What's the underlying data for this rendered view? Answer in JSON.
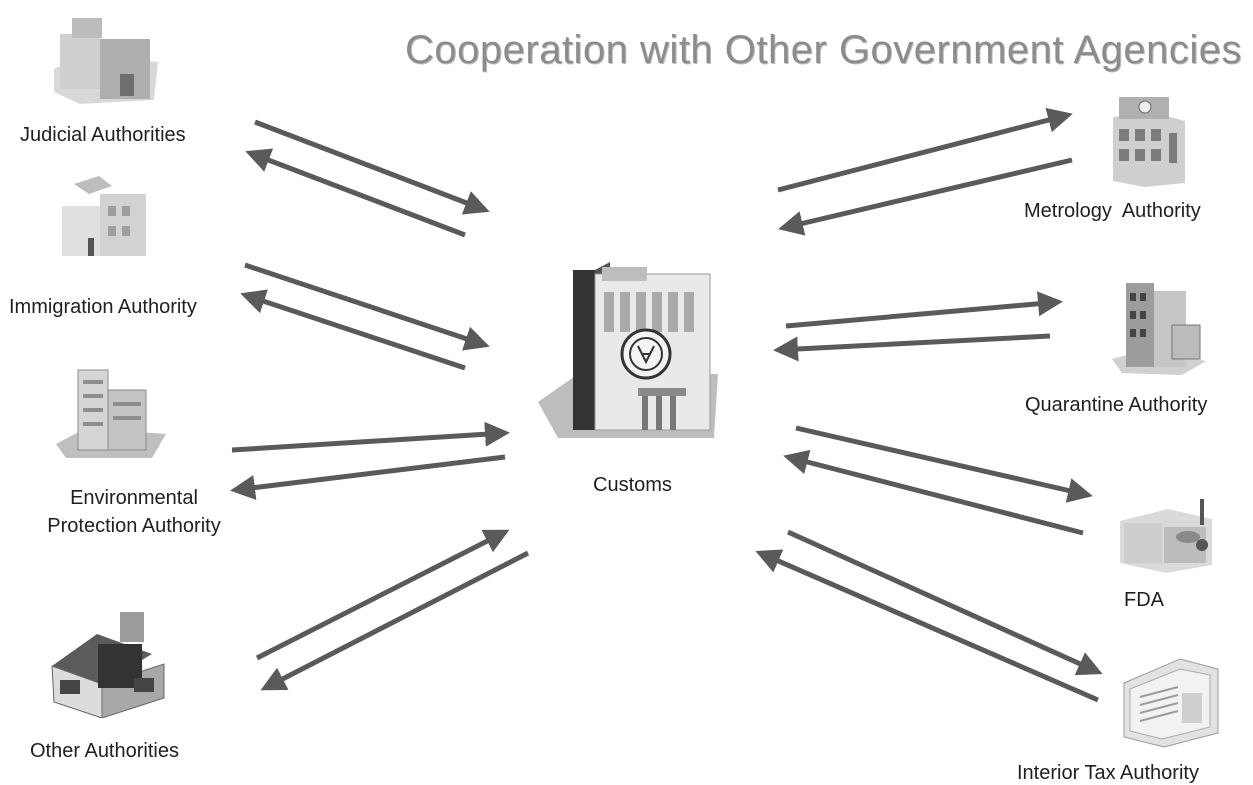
{
  "title": "Cooperation with Other Government Agencies",
  "center": {
    "label": "Customs"
  },
  "agencies": [
    {
      "name": "Judicial Authorities",
      "icon": "building-icon"
    },
    {
      "name": "Immigration Authority",
      "icon": "building-icon"
    },
    {
      "name_lines": [
        "Environmental",
        "Protection Authority"
      ],
      "icon": "factory-building-icon"
    },
    {
      "name": "Other Authorities",
      "icon": "house-icon"
    },
    {
      "name": "Metrology  Authority",
      "icon": "office-tower-icon"
    },
    {
      "name": "Quarantine Authority",
      "icon": "building-icon"
    },
    {
      "name": "FDA",
      "icon": "laboratory-icon"
    },
    {
      "name": "Interior Tax Authority",
      "icon": "documents-icon"
    }
  ],
  "colors": {
    "arrow": "#5a5a5a",
    "title": "#8c8c8c",
    "text": "#1f1f1f"
  }
}
